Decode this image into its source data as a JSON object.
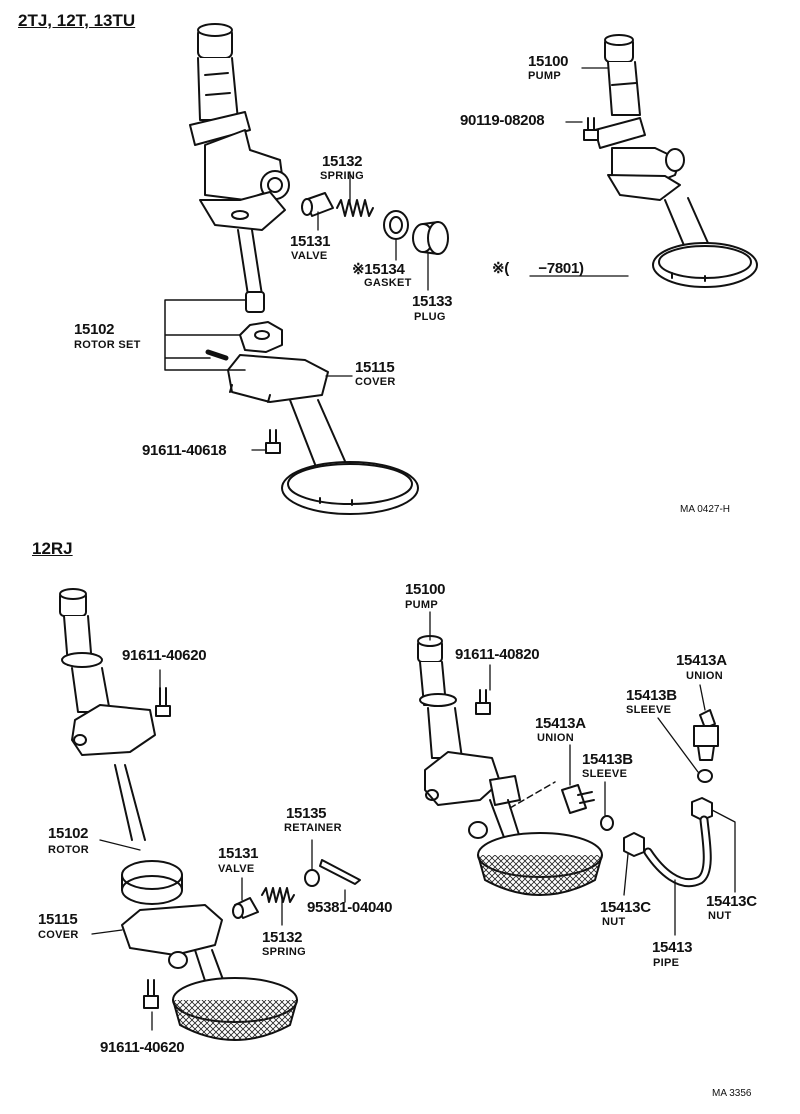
{
  "sections": {
    "top_title": "2TJ, 12T, 13TU",
    "bottom_title": "12RJ"
  },
  "codes": {
    "top": "MA 0427-H",
    "bottom": "MA 3356"
  },
  "top_left": {
    "p15132": {
      "num": "15132",
      "name": "SPRING"
    },
    "p15131": {
      "num": "15131",
      "name": "VALVE"
    },
    "p15134": {
      "num": "※15134",
      "name": "GASKET"
    },
    "p15133": {
      "num": "15133",
      "name": "PLUG"
    },
    "p15102": {
      "num": "15102",
      "name": "ROTOR SET"
    },
    "p15115": {
      "num": "15115",
      "name": "COVER"
    },
    "bolt": {
      "num": "91611-40618"
    }
  },
  "top_right": {
    "p15100": {
      "num": "15100",
      "name": "PUMP"
    },
    "bolt": {
      "num": "90119-08208"
    },
    "note": "※(　　−7801)"
  },
  "bottom_left": {
    "bolt_top": {
      "num": "91611-40620"
    },
    "p15102": {
      "num": "15102",
      "name": "ROTOR"
    },
    "p15135": {
      "num": "15135",
      "name": "RETAINER"
    },
    "p15131": {
      "num": "15131",
      "name": "VALVE"
    },
    "pin": {
      "num": "95381-04040"
    },
    "p15115": {
      "num": "15115",
      "name": "COVER"
    },
    "p15132": {
      "num": "15132",
      "name": "SPRING"
    },
    "bolt_bottom": {
      "num": "91611-40620"
    }
  },
  "bottom_right": {
    "p15100": {
      "num": "15100",
      "name": "PUMP"
    },
    "bolt": {
      "num": "91611-40820"
    },
    "union_right": {
      "num": "15413A",
      "name": "UNION"
    },
    "sleeve_right": {
      "num": "15413B",
      "name": "SLEEVE"
    },
    "union_mid": {
      "num": "15413A",
      "name": "UNION"
    },
    "sleeve_mid": {
      "num": "15413B",
      "name": "SLEEVE"
    },
    "nut_right": {
      "num": "15413C",
      "name": "NUT"
    },
    "nut_left": {
      "num": "15413C",
      "name": "NUT"
    },
    "pipe": {
      "num": "15413",
      "name": "PIPE"
    }
  }
}
